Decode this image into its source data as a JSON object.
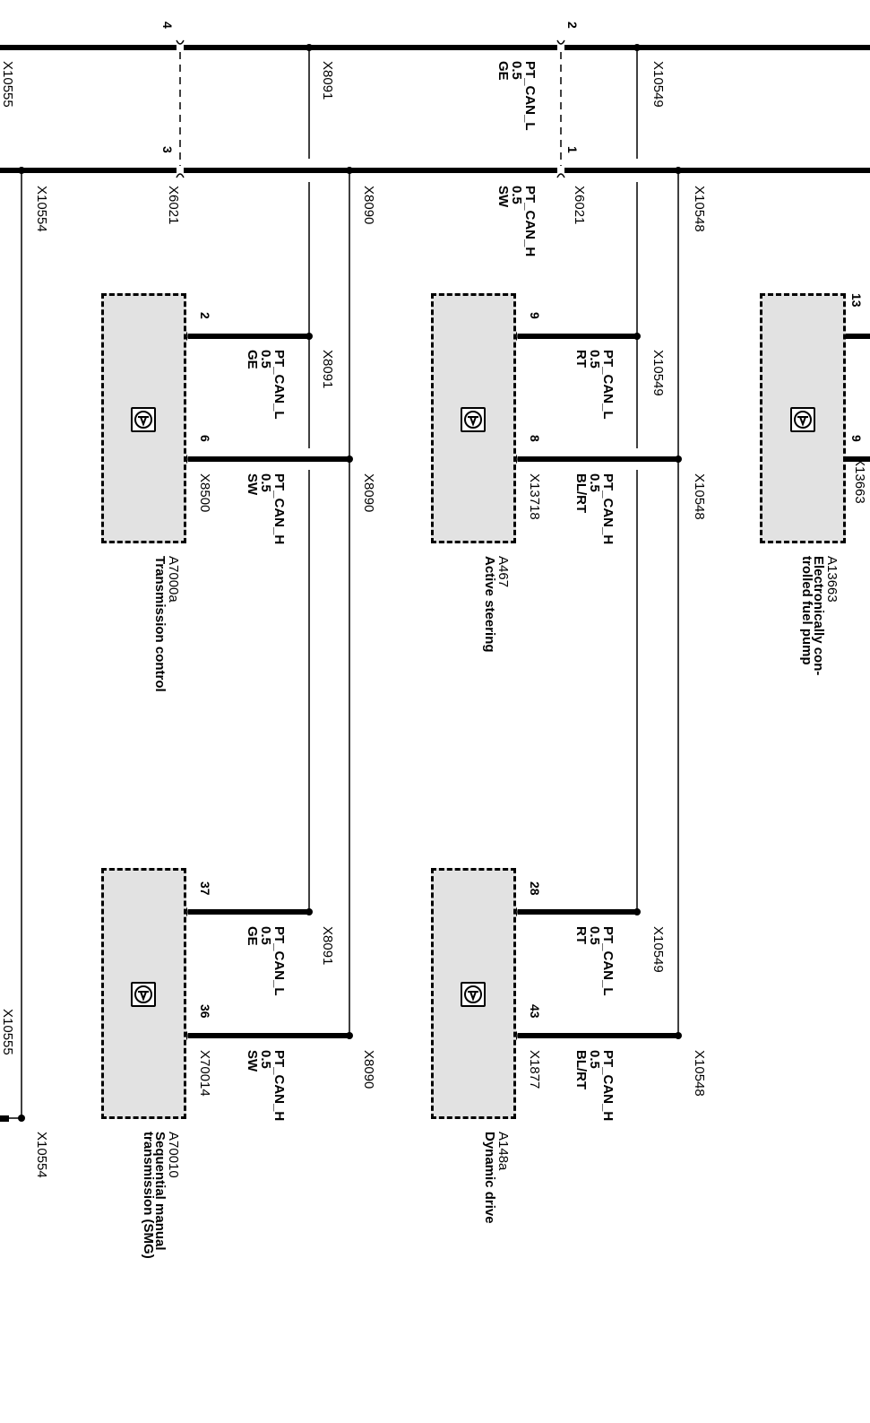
{
  "signals": {
    "can_l": {
      "name": "PT_CAN_L",
      "size": "0.5",
      "color": "GE"
    },
    "can_h": {
      "name": "PT_CAN_H",
      "size": "0.5",
      "color": "SW"
    }
  },
  "bus_pins": {
    "top_left": "4",
    "bottom_left": "3",
    "top_center": "2",
    "bottom_center": "1"
  },
  "connectors": {
    "x10549": "X10549",
    "x10548": "X10548",
    "x8091": "X8091",
    "x8090": "X8090",
    "x6021": "X6021",
    "x10554": "X10554",
    "x10555": "X10555",
    "x8500": "X8500",
    "x13718": "X13718",
    "x1877": "X1877",
    "x70014": "X70014"
  },
  "modules": [
    {
      "id": "A13663",
      "description": "Electronically con-\ntrolled fuel pump",
      "pins": {
        "can_l": "13",
        "can_h": "9"
      }
    },
    {
      "id": "A467",
      "description": "Active steering",
      "pins": {
        "can_l": "9",
        "can_h": "8"
      },
      "wire_l": {
        "name": "PT_CAN_L",
        "size": "0.5",
        "color": "RT"
      },
      "wire_h": {
        "name": "PT_CAN_H",
        "size": "0.5",
        "color": "BL/RT"
      }
    },
    {
      "id": "A7000a",
      "description": "Transmission control",
      "pins": {
        "can_l": "2",
        "can_h": "6"
      },
      "wire_l": {
        "name": "PT_CAN_L",
        "size": "0.5",
        "color": "GE"
      },
      "wire_h": {
        "name": "PT_CAN_H",
        "size": "0.5",
        "color": "SW"
      }
    },
    {
      "id": "A148a",
      "description": "Dynamic drive",
      "pins": {
        "can_l": "28",
        "can_h": "43"
      },
      "wire_l": {
        "name": "PT_CAN_L",
        "size": "0.5",
        "color": "RT"
      },
      "wire_h": {
        "name": "PT_CAN_H",
        "size": "0.5",
        "color": "BL/RT"
      }
    },
    {
      "id": "A70010",
      "description": "Sequential manual\ntransmission (SMG)",
      "pins": {
        "can_l": "37",
        "can_h": "36"
      },
      "wire_l": {
        "name": "PT_CAN_L",
        "size": "0.5",
        "color": "GE"
      },
      "wire_h": {
        "name": "PT_CAN_H",
        "size": "0.5",
        "color": "SW"
      }
    }
  ],
  "colors": {
    "module_fill": "#e2e2e2",
    "wire": "#000000"
  },
  "icon": "ecu-connector-icon"
}
